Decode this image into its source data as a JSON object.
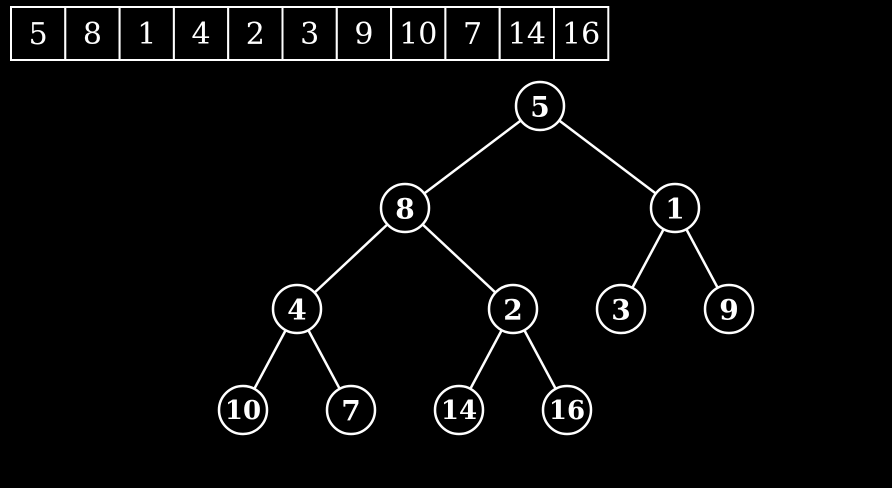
{
  "array": {
    "values": [
      "5",
      "8",
      "1",
      "4",
      "2",
      "3",
      "9",
      "10",
      "7",
      "14",
      "16"
    ]
  },
  "tree": {
    "nodes": [
      {
        "label": "5"
      },
      {
        "label": "8"
      },
      {
        "label": "1"
      },
      {
        "label": "4"
      },
      {
        "label": "2"
      },
      {
        "label": "3"
      },
      {
        "label": "9"
      },
      {
        "label": "10"
      },
      {
        "label": "7"
      },
      {
        "label": "14"
      },
      {
        "label": "16"
      }
    ],
    "edges": [
      [
        0,
        1
      ],
      [
        0,
        2
      ],
      [
        1,
        3
      ],
      [
        1,
        4
      ],
      [
        2,
        5
      ],
      [
        2,
        6
      ],
      [
        3,
        7
      ],
      [
        3,
        8
      ],
      [
        4,
        9
      ],
      [
        4,
        10
      ]
    ]
  },
  "colors": {
    "background": "#000000",
    "foreground": "#ffffff"
  }
}
